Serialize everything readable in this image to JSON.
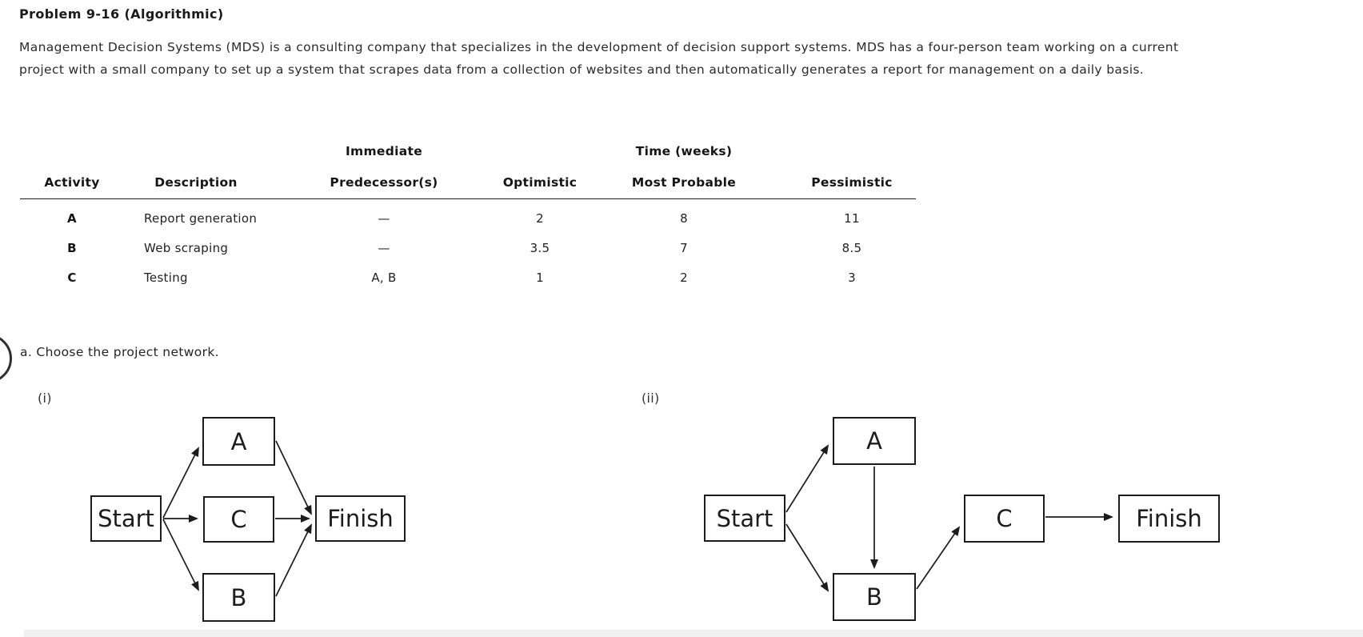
{
  "page": {
    "title": "Problem 9-16 (Algorithmic)",
    "paragraph_line1": "Management Decision Systems (MDS) is a consulting company that specializes in the development of decision support systems. MDS has a four-person team working on a current",
    "paragraph_line2": "project with a small company to set up a system that scrapes data from a collection of websites and then automatically generates a report for management on a daily basis.",
    "question_label": "a. Choose the project network."
  },
  "table": {
    "header_groups": {
      "immediate": "Immediate",
      "time_weeks": "Time (weeks)"
    },
    "columns": [
      "Activity",
      "Description",
      "Predecessor(s)",
      "Optimistic",
      "Most Probable",
      "Pessimistic"
    ],
    "rows": [
      {
        "activity": "A",
        "description": "Report generation",
        "predecessors": "—",
        "optimistic": "2",
        "most_probable": "8",
        "pessimistic": "11"
      },
      {
        "activity": "B",
        "description": "Web scraping",
        "predecessors": "—",
        "optimistic": "3.5",
        "most_probable": "7",
        "pessimistic": "8.5"
      },
      {
        "activity": "C",
        "description": "Testing",
        "predecessors": "A, B",
        "optimistic": "1",
        "most_probable": "2",
        "pessimistic": "3"
      }
    ]
  },
  "networks": [
    {
      "label": "(i)",
      "nodes": {
        "start": "Start",
        "a": "A",
        "c": "C",
        "b": "B",
        "finish": "Finish"
      },
      "edges": [
        "Start→A",
        "Start→C",
        "Start→B",
        "A→Finish",
        "C→Finish",
        "B→Finish"
      ]
    },
    {
      "label": "(ii)",
      "nodes": {
        "start": "Start",
        "a": "A",
        "b": "B",
        "c": "C",
        "finish": "Finish"
      },
      "edges": [
        "Start→A",
        "Start→B",
        "A→B",
        "B→C",
        "C→Finish"
      ]
    }
  ],
  "colors": {
    "text": "#1f1f1f",
    "diagram_stroke": "#1c1c1c",
    "bottom_bar": "#f0f0f1"
  }
}
